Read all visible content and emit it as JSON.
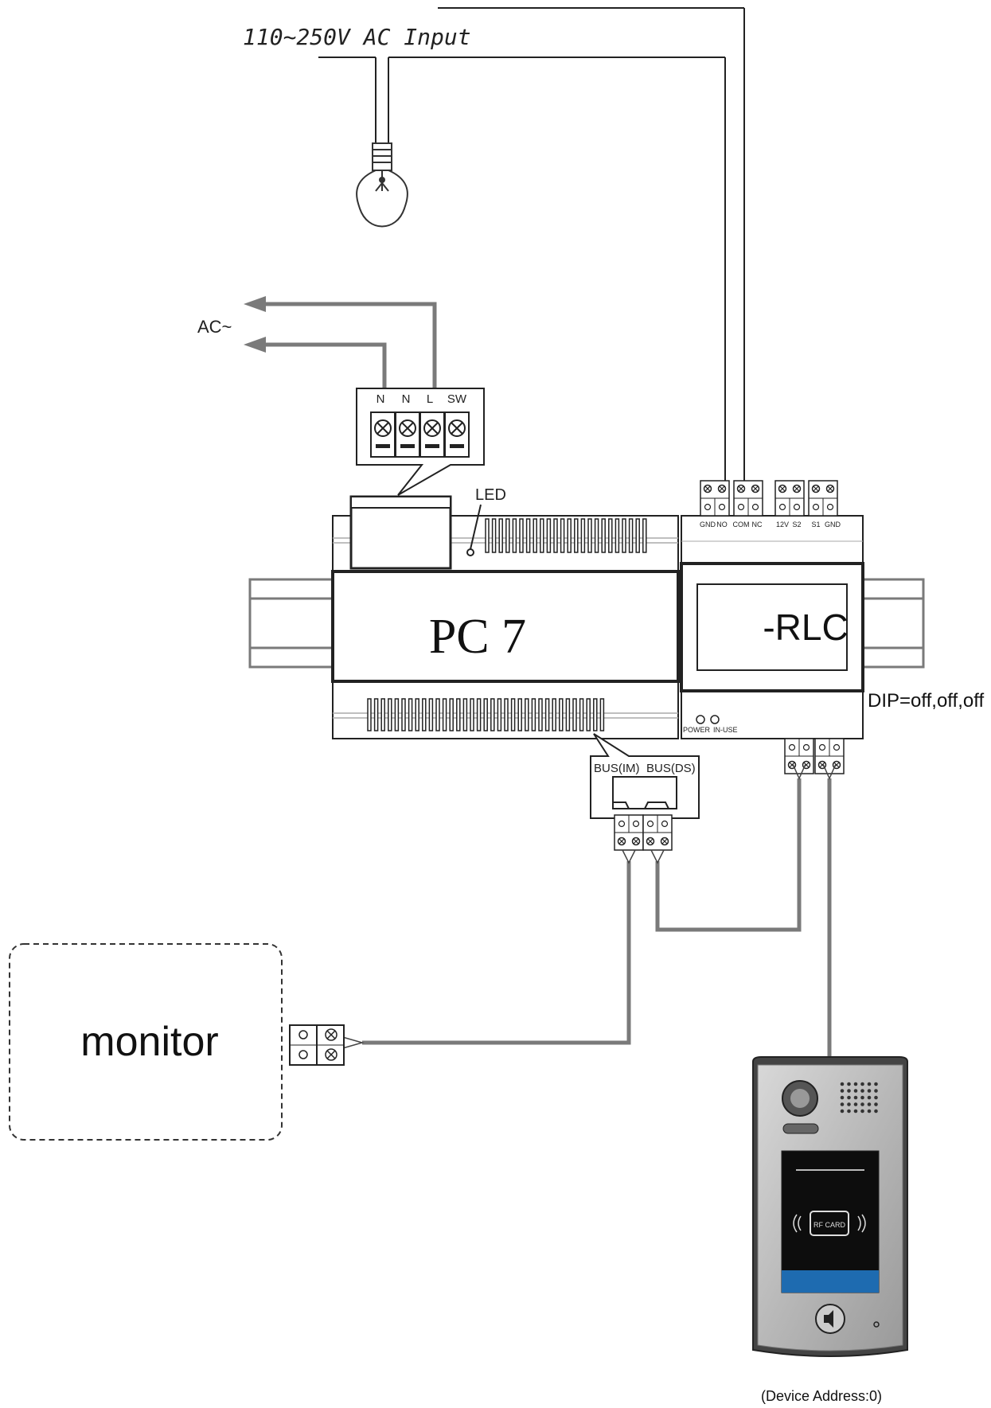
{
  "ac_input_label": "110~250V AC Input",
  "ac_output_label": "AC~",
  "terminal_labels": [
    "N",
    "N",
    "L",
    "SW"
  ],
  "led_label": "LED",
  "power_supply_label": "PC 7",
  "bus_labels": {
    "im": "BUS(IM)",
    "ds": "BUS(DS)"
  },
  "rlc": {
    "label": "-RLC",
    "dip_label": "DIP=off,off,off",
    "top_terminals": [
      "GND",
      "NO",
      "COM",
      "NC",
      "12V",
      "S2",
      "S1",
      "GND"
    ],
    "status_labels": {
      "power": "POWER",
      "in_use": "IN-USE"
    }
  },
  "monitor_label": "monitor",
  "outdoor_station": {
    "card_label": "RF CARD",
    "address_label": "(Device Address:0)"
  }
}
